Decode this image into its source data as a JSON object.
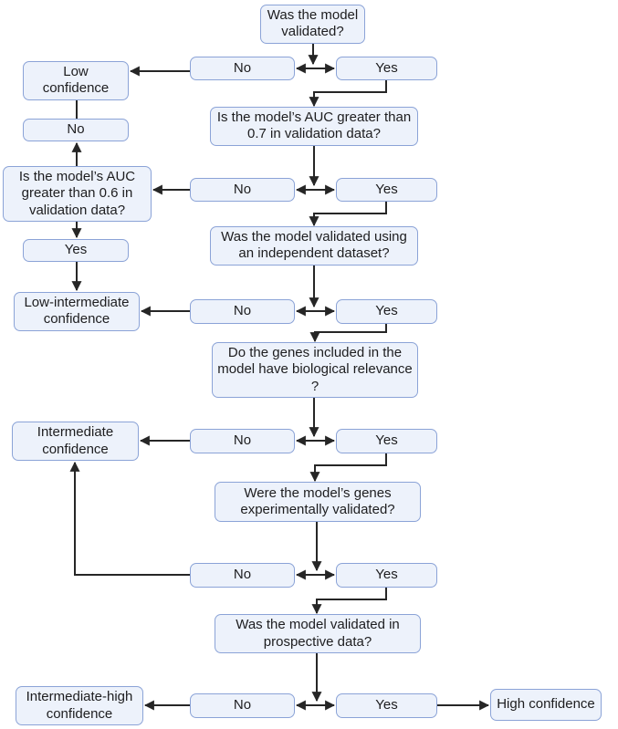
{
  "colors": {
    "bg": "#ffffff",
    "box_fill": "#edf2fb",
    "box_border": "#8ba3d7",
    "text": "#1d1d1f",
    "arrow": "#262626"
  },
  "nodes": {
    "q_validated": "Was the model validated?",
    "no1": "No",
    "yes1": "Yes",
    "low_confidence": "Low confidence",
    "q_auc07": "Is the model’s AUC greater than 0.7 in validation data?",
    "no2": "No",
    "yes2": "Yes",
    "left_no": "No",
    "q_auc06": "Is the model’s AUC greater than 0.6 in validation data?",
    "left_yes": "Yes",
    "q_independent": "Was the model validated using an independent dataset?",
    "no3": "No",
    "yes3": "Yes",
    "low_intermediate": "Low-intermediate confidence",
    "q_biological": "Do the genes included in the model have biological relevance ?",
    "no4": "No",
    "yes4": "Yes",
    "intermediate": "Intermediate confidence",
    "q_experimental": "Were the model’s genes experimentally validated?",
    "no5": "No",
    "yes5": "Yes",
    "q_prospective": "Was the model validated in prospective data?",
    "no6": "No",
    "yes6": "Yes",
    "intermediate_high": "Intermediate-high confidence",
    "high_confidence": "High confidence"
  }
}
